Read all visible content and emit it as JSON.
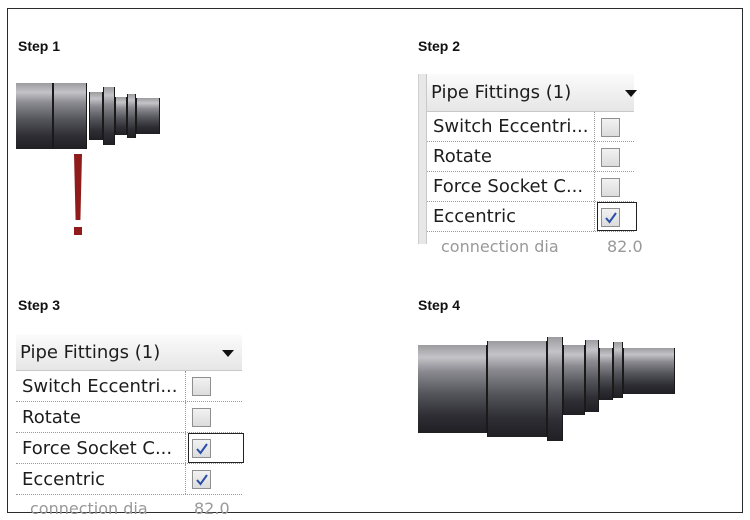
{
  "steps": [
    "Step 1",
    "Step 2",
    "Step 3",
    "Step 4"
  ],
  "panel": {
    "title": "Pipe Fittings (1)",
    "cut_row_label": "connection dia",
    "cut_row_value": "82.0"
  },
  "step2": {
    "rows": [
      {
        "label": "Switch Eccentri...",
        "checked": false
      },
      {
        "label": "Rotate",
        "checked": false
      },
      {
        "label": "Force Socket C...",
        "checked": false
      },
      {
        "label": "Eccentric",
        "checked": true
      }
    ]
  },
  "step3": {
    "rows": [
      {
        "label": "Switch Eccentri...",
        "checked": false
      },
      {
        "label": "Rotate",
        "checked": false
      },
      {
        "label": "Force Socket C...",
        "checked": true
      },
      {
        "label": "Eccentric",
        "checked": true
      }
    ]
  },
  "colors": {
    "exclamation": "#8f1b1b",
    "check": "#2a4fa8",
    "frame": "#2b2b2b"
  },
  "icons": [
    "exclamation-icon",
    "dropdown-arrow-icon",
    "check-icon"
  ]
}
